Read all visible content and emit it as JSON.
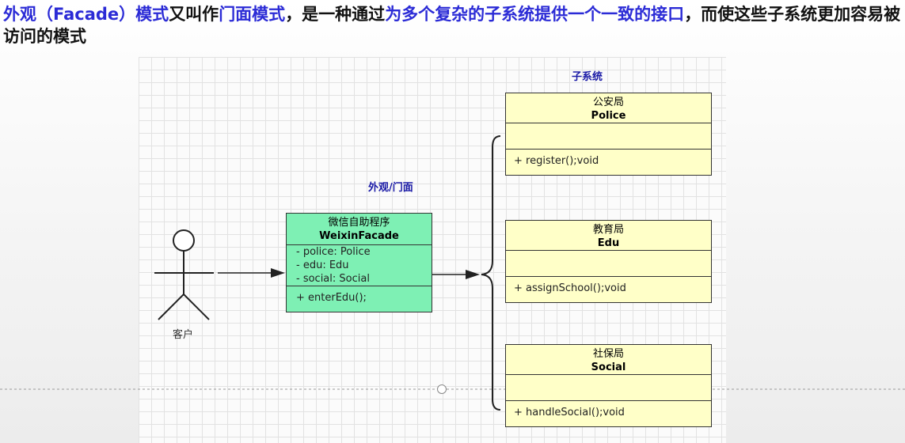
{
  "heading": {
    "p1": "外观（Facade）模式",
    "p2": "又叫作",
    "p3": "门面模式",
    "p4": "，是一种通过",
    "p5": "为多个",
    "p6": "复杂的子系统提供一个一致的接口",
    "p7": "，而使这些子系统更加容易被访问的模式"
  },
  "diagram": {
    "subsystem_label": "子系统",
    "facade_label": "外观/门面",
    "actor_label": "客户",
    "facade": {
      "title_cn": "微信自助程序",
      "title_en": "WeixinFacade",
      "attrs": [
        "- police: Police",
        "- edu: Edu",
        "- social: Social"
      ],
      "ops": [
        "+ enterEdu();"
      ]
    },
    "subsystems": [
      {
        "title_cn": "公安局",
        "title_en": "Police",
        "op": "+ register();void"
      },
      {
        "title_cn": "教育局",
        "title_en": "Edu",
        "op": "+ assignSchool();void"
      },
      {
        "title_cn": "社保局",
        "title_en": "Social",
        "op": "+ handleSocial();void"
      }
    ]
  },
  "colors": {
    "facade_fill": "#7ef0b4",
    "subsystem_fill": "#ffffc8",
    "highlight_text": "#2b2bd6"
  }
}
